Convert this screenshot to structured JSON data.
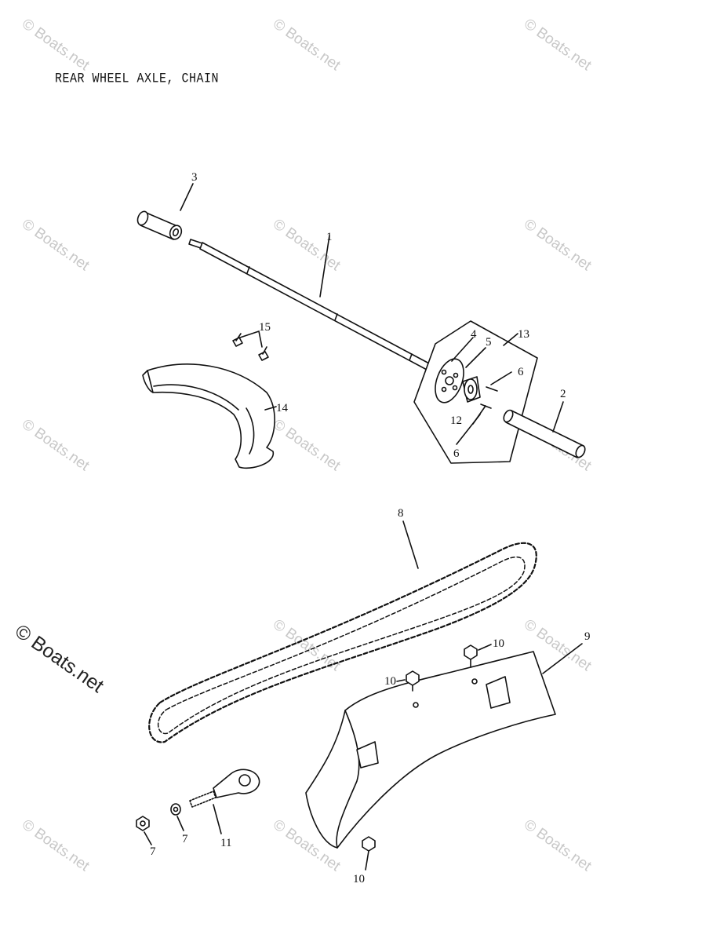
{
  "title": "REAR WHEEL AXLE, CHAIN",
  "watermark": "© Boats.net",
  "callouts": {
    "c1": "1",
    "c2": "2",
    "c3": "3",
    "c4": "4",
    "c5": "5",
    "c6a": "6",
    "c6b": "6",
    "c7a": "7",
    "c7b": "7",
    "c8": "8",
    "c9": "9",
    "c10a": "10",
    "c10b": "10",
    "c10c": "10",
    "c11": "11",
    "c12": "12",
    "c13": "13",
    "c14": "14",
    "c15": "15"
  }
}
